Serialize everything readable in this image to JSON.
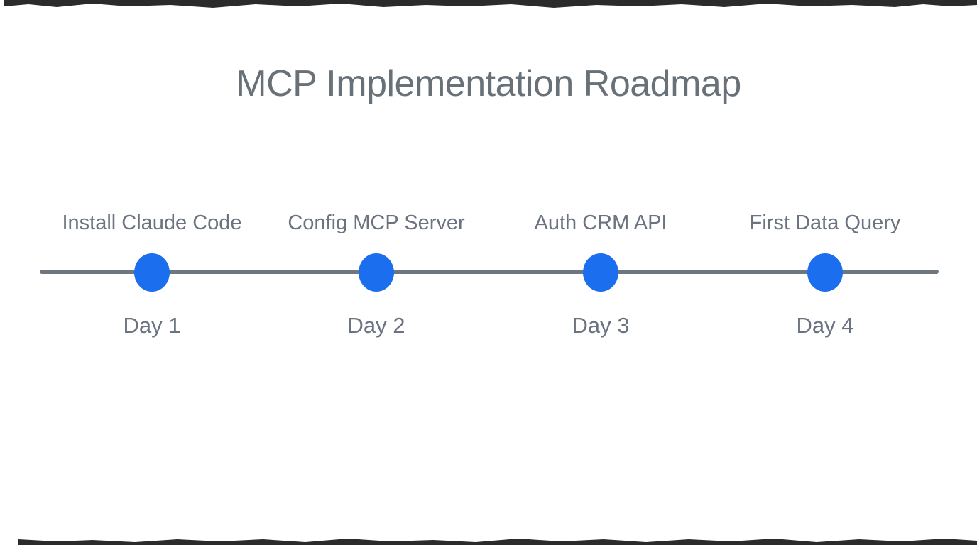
{
  "header": {
    "title": "MCP Implementation Roadmap"
  },
  "timeline": {
    "milestones": [
      {
        "label": "Install Claude Code",
        "day": "Day 1"
      },
      {
        "label": "Config MCP Server",
        "day": "Day 2"
      },
      {
        "label": "Auth CRM API",
        "day": "Day 3"
      },
      {
        "label": "First Data Query",
        "day": "Day 4"
      }
    ]
  },
  "theme": {
    "background": "#ffffff",
    "title_color": "#687078",
    "label_color": "#6b7280",
    "line_color": "#6e7680",
    "dot_color": "#1b6eee",
    "edge_artifact_color": "#1a1a1a"
  }
}
